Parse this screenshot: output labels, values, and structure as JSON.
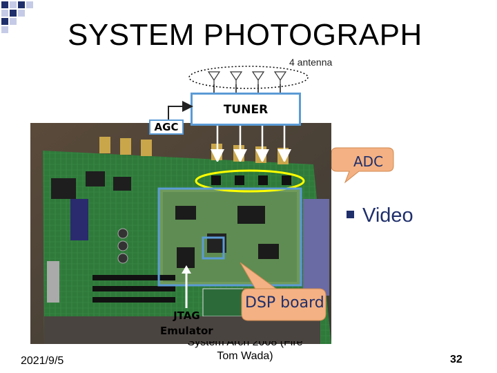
{
  "slide": {
    "title": "SYSTEM PHOTOGRAPH",
    "antenna_label": "4 antenna",
    "tuner_label": "TUNER",
    "agc_label": "AGC",
    "adc_label": "ADC",
    "video_label": "Video",
    "dsp_label": "DSP board",
    "jtag_line1": "JTAG",
    "jtag_line2": "Emulator",
    "footer_date": "2021/9/5",
    "footer_center_line1": "System Arch 2008 (Fire",
    "footer_center_line2": "Tom Wada)",
    "page_number": "32"
  },
  "colors": {
    "accent_blue": "#5b9bd5",
    "adc_ellipse": "#ffff00",
    "callout_orange": "#f4b183",
    "text_navy": "#1f2f6b"
  }
}
